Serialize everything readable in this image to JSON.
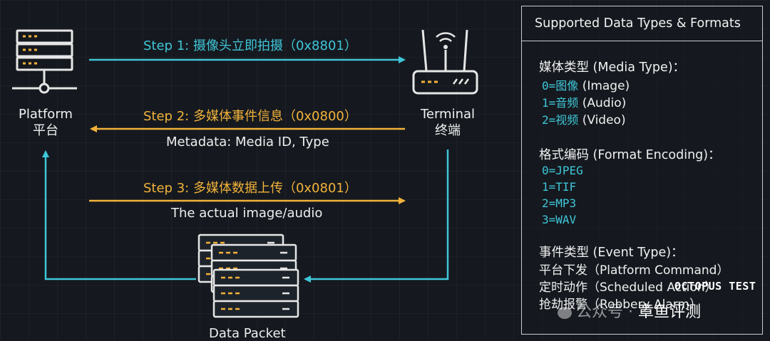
{
  "nodes": {
    "platform": {
      "name_en": "Platform",
      "name_cn": "平台"
    },
    "terminal": {
      "name_en": "Terminal",
      "name_cn": "终端"
    },
    "packet": {
      "name": "Data Packet"
    }
  },
  "steps": [
    {
      "label": "Step 1: 摄像头立即拍摄（0x8801）",
      "sublabel": ""
    },
    {
      "label": "Step 2: 多媒体事件信息（0x0800）",
      "sublabel": "Metadata: Media ID, Type"
    },
    {
      "label": "Step 3: 多媒体数据上传（0x0801）",
      "sublabel": "The actual image/audio"
    }
  ],
  "panel": {
    "title": "Supported Data Types & Formats",
    "media_type": {
      "heading": "媒体类型 (Media Type)：",
      "items": [
        {
          "code": "0=图像",
          "desc": "(Image)"
        },
        {
          "code": "1=音频",
          "desc": "(Audio)"
        },
        {
          "code": "2=视频",
          "desc": "(Video)"
        }
      ]
    },
    "format": {
      "heading": "格式编码 (Format Encoding)：",
      "items": [
        "0=JPEG",
        "1=TIF",
        "2=MP3",
        "3=WAV"
      ]
    },
    "event": {
      "heading": "事件类型 (Event Type)：",
      "items": [
        "平台下发（Platform Command）",
        "定时动作（Scheduled Action）",
        "抢劫报警（Robbery Alarm）"
      ]
    }
  },
  "watermark": {
    "brand_en": "OCTOPUS TEST",
    "wechat_prefix": "公众号 · ",
    "brand_cn": "章鱼评测"
  },
  "colors": {
    "cyan": "#3fc6d8",
    "gold": "#f2b23a",
    "background": "#15191f"
  },
  "icons": [
    "server-icon",
    "router-icon",
    "data-packet-icon",
    "wechat-icon"
  ]
}
